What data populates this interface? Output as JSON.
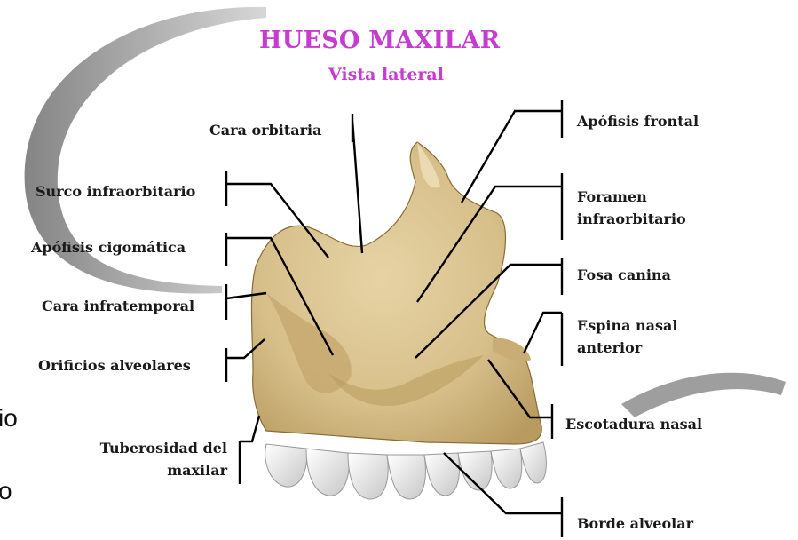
{
  "title": "HUESO MAXILAR",
  "subtitle": "Vista lateral",
  "labels": {
    "cara_orbitaria": "Cara orbitaria",
    "surco_infraorbitario": "Surco infraorbitario",
    "apofisis_cigomatica": "Apófisis cigomática",
    "cara_infratemporal": "Cara infratemporal",
    "orificios_alveolares": "Orificios alveolares",
    "tuberosidad_line1": "Tuberosidad del",
    "tuberosidad_line2": "maxilar",
    "apofisis_frontal": "Apófisis frontal",
    "foramen_line1": "Foramen",
    "foramen_line2": "infraorbitario",
    "fosa_canina": "Fosa canina",
    "espina_line1": "Espina nasal",
    "espina_line2": "anterior",
    "escotadura_nasal": "Escotadura nasal",
    "borde_alveolar": "Borde alveolar"
  },
  "background_fragments": {
    "frag1": "io",
    "frag2": "o"
  },
  "colors": {
    "title": "#c63bd0",
    "bone": "#dcc796",
    "bone_shadow": "#a88a4e",
    "teeth": "#e8e8e8",
    "swoosh": "#8c8c8c",
    "leader": "#000000"
  }
}
